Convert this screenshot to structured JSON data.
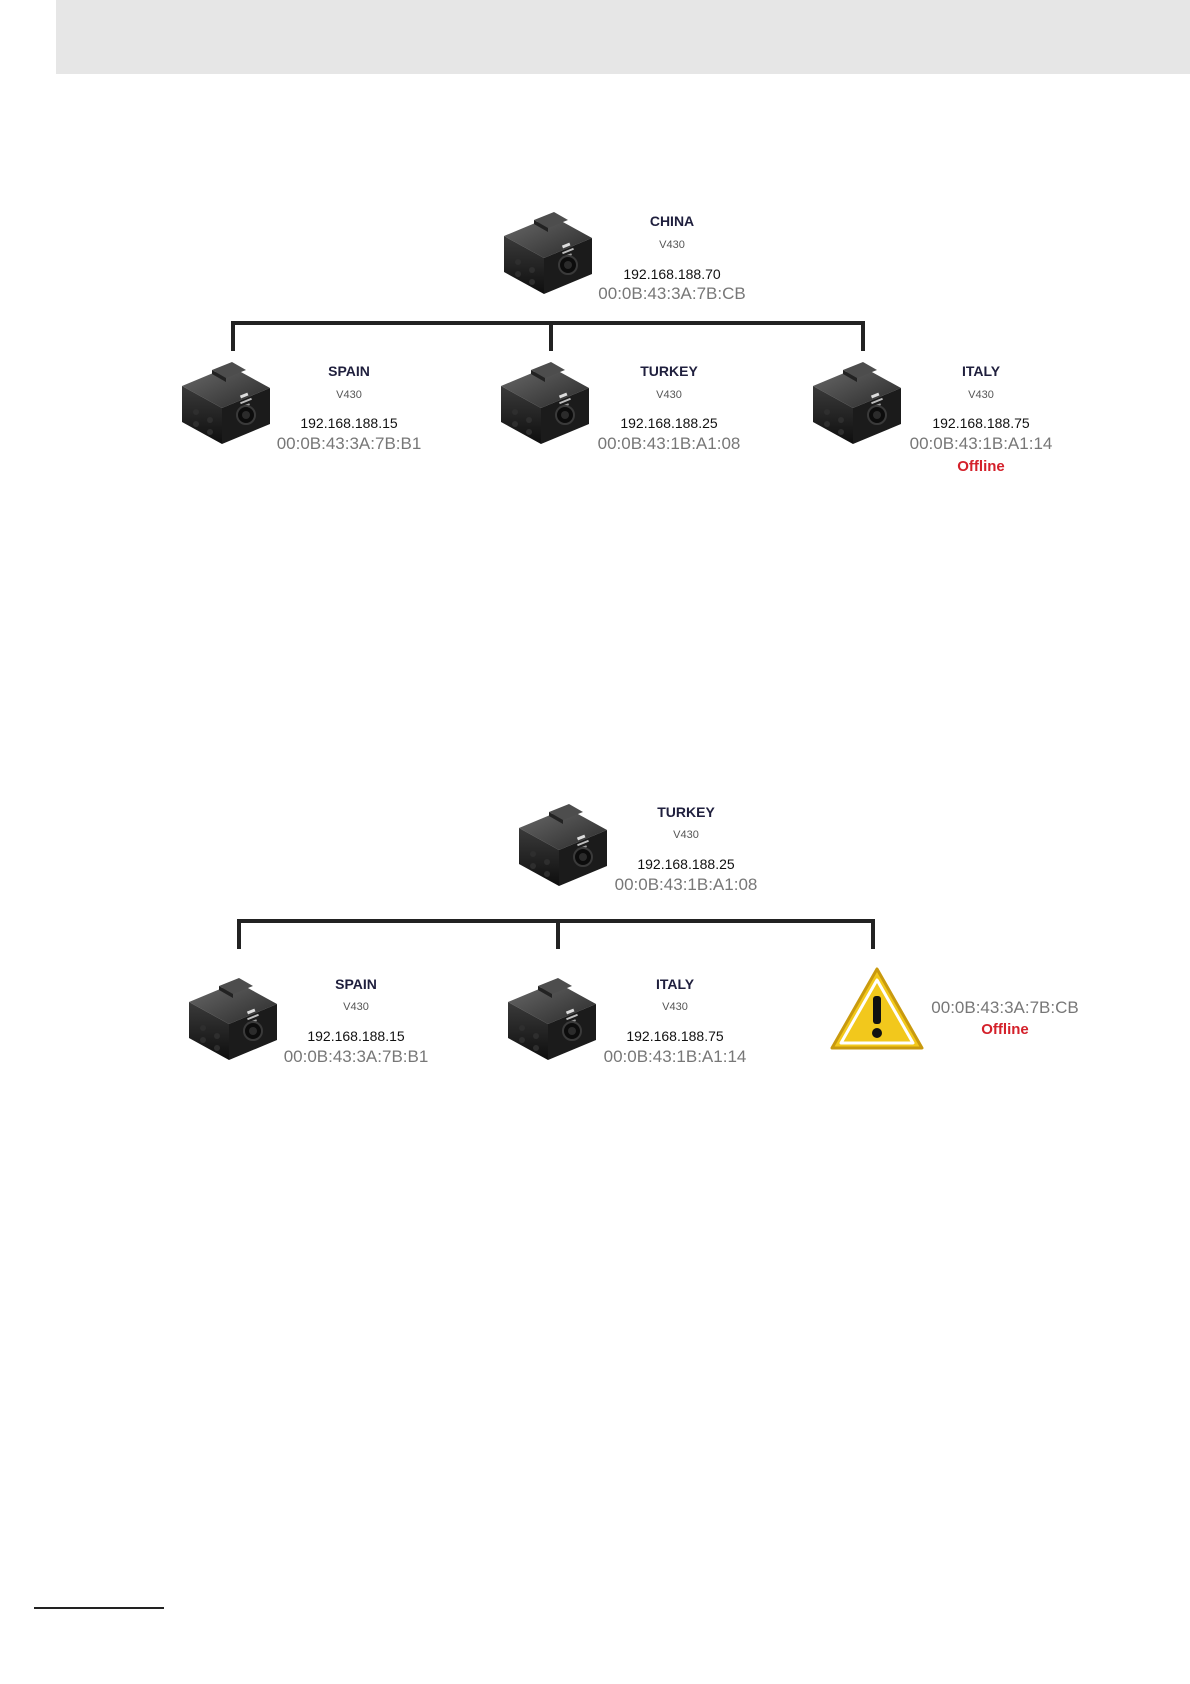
{
  "diagram1": {
    "root": {
      "name": "CHINA",
      "model": "V430",
      "ip": "192.168.188.70",
      "mac": "00:0B:43:3A:7B:CB"
    },
    "children": [
      {
        "name": "SPAIN",
        "model": "V430",
        "ip": "192.168.188.15",
        "mac": "00:0B:43:3A:7B:B1",
        "status": ""
      },
      {
        "name": "TURKEY",
        "model": "V430",
        "ip": "192.168.188.25",
        "mac": "00:0B:43:1B:A1:08",
        "status": ""
      },
      {
        "name": "ITALY",
        "model": "V430",
        "ip": "192.168.188.75",
        "mac": "00:0B:43:1B:A1:14",
        "status": "Offline"
      }
    ]
  },
  "diagram2": {
    "root": {
      "name": "TURKEY",
      "model": "V430",
      "ip": "192.168.188.25",
      "mac": "00:0B:43:1B:A1:08"
    },
    "children": [
      {
        "name": "SPAIN",
        "model": "V430",
        "ip": "192.168.188.15",
        "mac": "00:0B:43:3A:7B:B1"
      },
      {
        "name": "ITALY",
        "model": "V430",
        "ip": "192.168.188.75",
        "mac": "00:0B:43:1B:A1:14"
      }
    ],
    "missing": {
      "mac": "00:0B:43:3A:7B:CB",
      "status": "Offline",
      "icon": "warning-icon"
    }
  },
  "colors": {
    "offline": "#d4202a",
    "line": "#222222",
    "warning": "#f2c81c"
  }
}
